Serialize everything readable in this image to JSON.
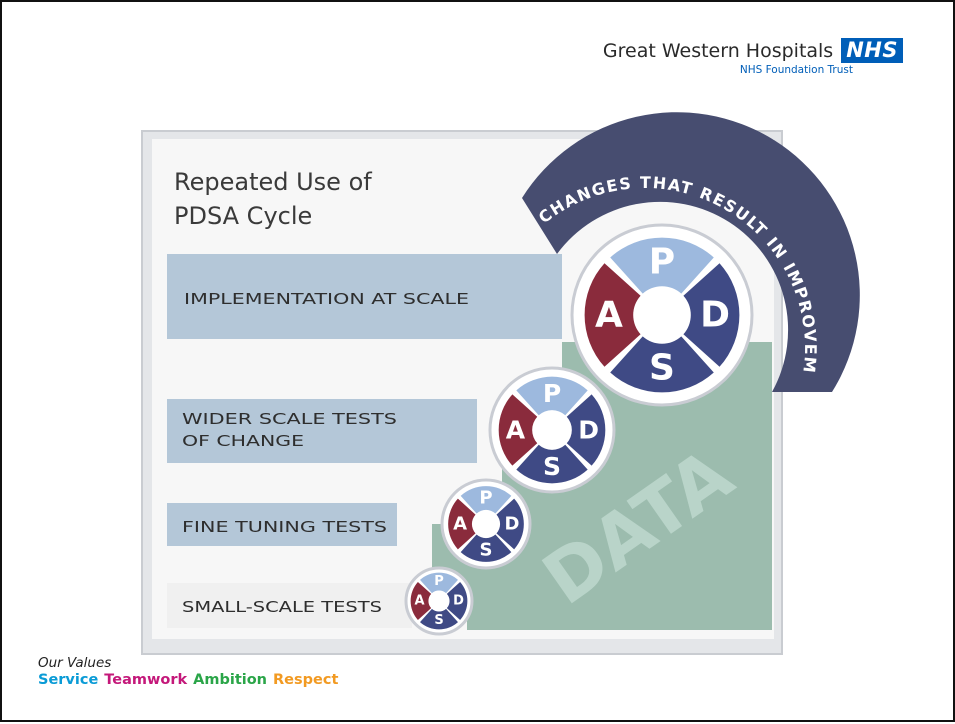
{
  "header": {
    "org_name": "Great Western Hospitals",
    "nhs_logo": "NHS",
    "trust_name": "NHS Foundation Trust"
  },
  "diagram": {
    "title_line1": "Repeated Use of",
    "title_line2": "PDSA Cycle",
    "arc_text": "CHANGES THAT RESULT IN IMPROVEMENT",
    "data_label": "DATA",
    "levels": [
      {
        "label_lines": [
          "IMPLEMENTATION AT SCALE"
        ]
      },
      {
        "label_lines": [
          "WIDER SCALE TESTS",
          "OF CHANGE"
        ]
      },
      {
        "label_lines": [
          "FINE TUNING TESTS"
        ]
      },
      {
        "label_lines": [
          "SMALL-SCALE TESTS"
        ]
      }
    ],
    "cycle_letters": {
      "p": "P",
      "d": "D",
      "s": "S",
      "a": "A"
    },
    "colors": {
      "p": "#9db9de",
      "d": "#3f4a85",
      "s": "#3f4a85",
      "a": "#8a2b3c",
      "data_area": "#9cbcae",
      "band": "#b4c7d8",
      "arc": "#474d70",
      "frame": "#e4e6e9"
    }
  },
  "footer": {
    "values_title": "Our Values",
    "values": [
      {
        "text": "Service",
        "color": "#0a9bd6"
      },
      {
        "text": "Teamwork",
        "color": "#c4187a"
      },
      {
        "text": "Ambition",
        "color": "#2aa548"
      },
      {
        "text": "Respect",
        "color": "#f29a22"
      }
    ]
  }
}
